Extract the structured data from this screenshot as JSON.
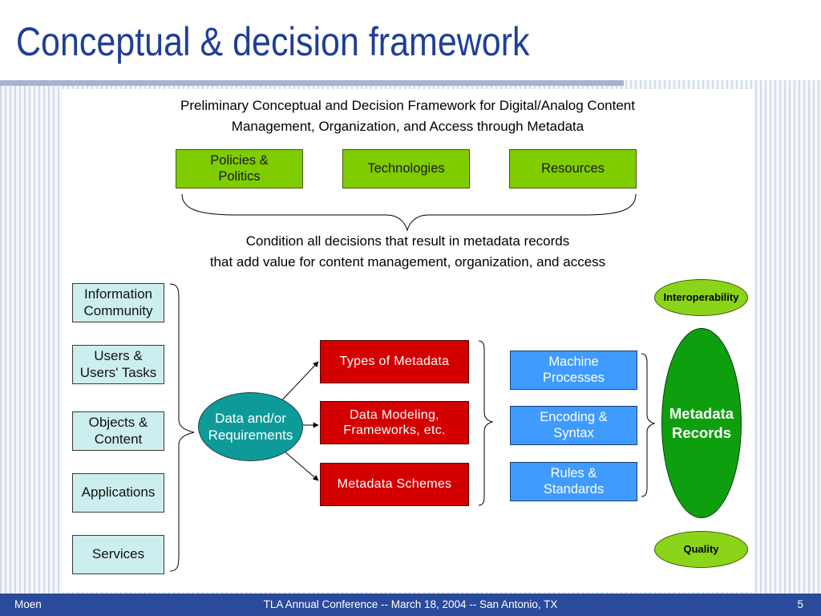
{
  "slide": {
    "title": "Conceptual & decision framework"
  },
  "diagram": {
    "heading_line1": "Preliminary Conceptual and Decision Framework for Digital/Analog Content",
    "heading_line2": "Management, Organization, and Access through Metadata",
    "top_boxes": [
      "Policies &\nPolitics",
      "Technologies",
      "Resources"
    ],
    "condition_line1": "Condition all decisions that result in metadata records",
    "condition_line2": "that add value for content management, organization, and access",
    "left_boxes": [
      "Information\nCommunity",
      "Users &\nUsers' Tasks",
      "Objects &\nContent",
      "Applications",
      "Services"
    ],
    "center_ellipse": "Data and/or\nRequirements",
    "red_boxes": [
      "Types of Metadata",
      "Data Modeling,\nFrameworks, etc.",
      "Metadata Schemes"
    ],
    "blue_boxes": [
      "Machine\nProcesses",
      "Encoding &\nSyntax",
      "Rules &\nStandards"
    ],
    "right_ellipse": "Metadata\nRecords",
    "top_right_ellipse": "Interoperability",
    "bottom_right_ellipse": "Quality",
    "colors": {
      "green_box": "#7fcc00",
      "left_box": "#cdeeee",
      "center_ellipse": "#0f9a9a",
      "red_box": "#d40000",
      "blue_box": "#3f9bff",
      "metadata_records": "#0e9f0e",
      "small_ellipse": "#8bd41a"
    }
  },
  "footer": {
    "left": "Moen",
    "center": "TLA Annual Conference -- March 18, 2004 -- San Antonio, TX",
    "right": "5"
  }
}
